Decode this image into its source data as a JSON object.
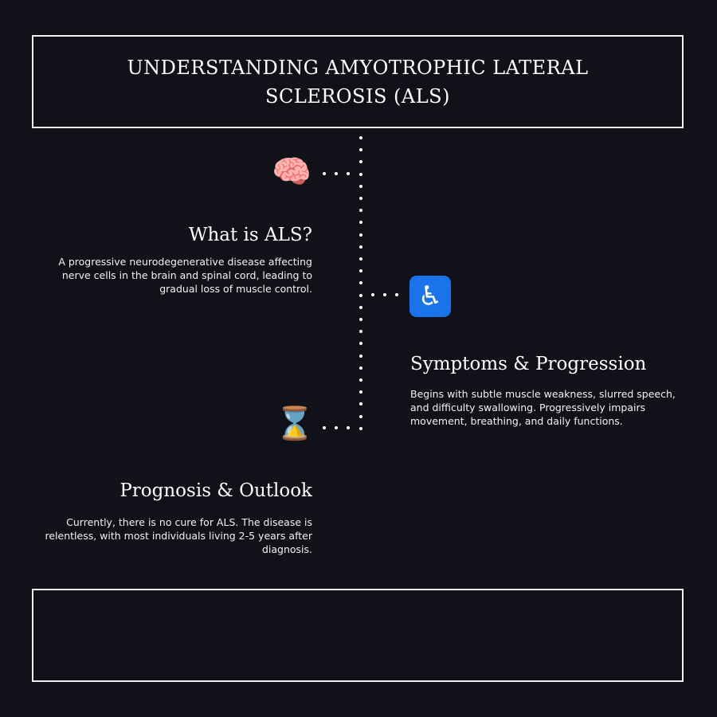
{
  "title": "UNDERSTANDING AMYOTROPHIC LATERAL SCLEROSIS (ALS)",
  "sections": [
    {
      "icon": "🧠",
      "icon_name": "brain-icon",
      "heading": "What is ALS?",
      "text": "A progressive neurodegenerative disease affecting nerve cells in the brain and spinal cord, leading to gradual loss of muscle control."
    },
    {
      "icon": "♿",
      "icon_name": "wheelchair-icon",
      "heading": "Symptoms & Progression",
      "text": "Begins with subtle muscle weakness, slurred speech, and difficulty swallowing. Progressively impairs movement, breathing, and daily functions."
    },
    {
      "icon": "⌛",
      "icon_name": "hourglass-icon",
      "heading": "Prognosis & Outlook",
      "text": "Currently, there is no cure for ALS. The disease is relentless, with most individuals living 2-5 years after diagnosis."
    }
  ]
}
